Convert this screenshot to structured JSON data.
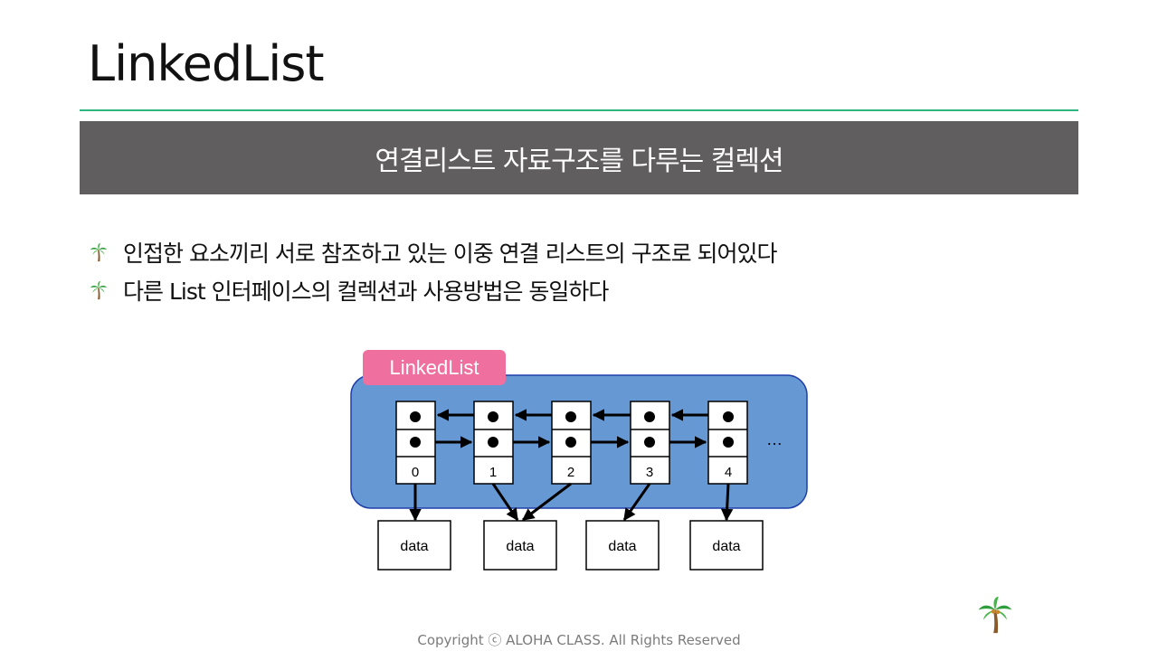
{
  "slide": {
    "title": "LinkedList",
    "banner": "연결리스트 자료구조를 다루는 컬렉션",
    "bullets": [
      "인접한 요소끼리 서로 참조하고 있는 이중 연결 리스트의 구조로 되어있다",
      "다른 List 인터페이스의 컬렉션과 사용방법은 동일하다"
    ],
    "bullet_icon": "palm-tree-icon",
    "corner_icon": "palm-tree-icon",
    "copyright": "Copyright ⓒ ALOHA CLASS. All Rights Reserved"
  },
  "diagram": {
    "container_label": "LinkedList",
    "nodes": [
      {
        "index": "0"
      },
      {
        "index": "1"
      },
      {
        "index": "2"
      },
      {
        "index": "3"
      },
      {
        "index": "4"
      }
    ],
    "ellipsis": "…",
    "data_boxes": [
      {
        "label": "data"
      },
      {
        "label": "data"
      },
      {
        "label": "data"
      },
      {
        "label": "data"
      }
    ],
    "colors": {
      "container_fill": "#6699d4",
      "container_border": "#1f3fa8",
      "label_fill": "#ef6f9e",
      "title_rule": "#2fb67e",
      "banner_fill": "#605e5f"
    }
  }
}
